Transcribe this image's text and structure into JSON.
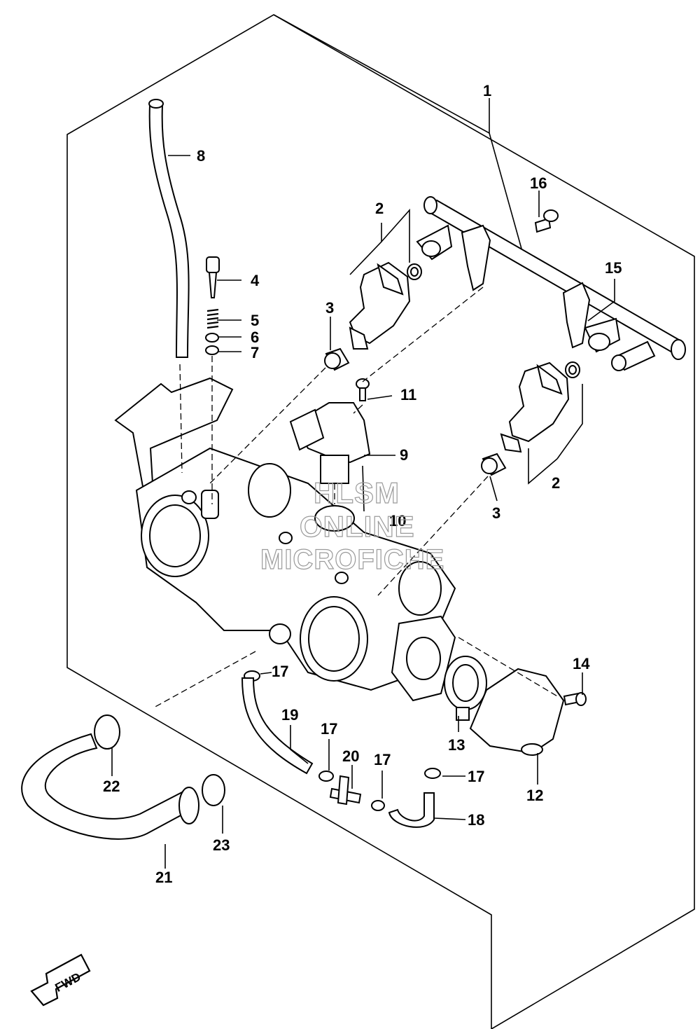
{
  "callouts": [
    {
      "id": "c1",
      "label": "1"
    },
    {
      "id": "c2a",
      "label": "2"
    },
    {
      "id": "c2b",
      "label": "2"
    },
    {
      "id": "c3a",
      "label": "3"
    },
    {
      "id": "c3b",
      "label": "3"
    },
    {
      "id": "c4",
      "label": "4"
    },
    {
      "id": "c5",
      "label": "5"
    },
    {
      "id": "c6",
      "label": "6"
    },
    {
      "id": "c7",
      "label": "7"
    },
    {
      "id": "c8",
      "label": "8"
    },
    {
      "id": "c9",
      "label": "9"
    },
    {
      "id": "c10",
      "label": "10"
    },
    {
      "id": "c11",
      "label": "11"
    },
    {
      "id": "c12",
      "label": "12"
    },
    {
      "id": "c13",
      "label": "13"
    },
    {
      "id": "c14",
      "label": "14"
    },
    {
      "id": "c15",
      "label": "15"
    },
    {
      "id": "c16",
      "label": "16"
    },
    {
      "id": "c17a",
      "label": "17"
    },
    {
      "id": "c17b",
      "label": "17"
    },
    {
      "id": "c17c",
      "label": "17"
    },
    {
      "id": "c17d",
      "label": "17"
    },
    {
      "id": "c18",
      "label": "18"
    },
    {
      "id": "c19",
      "label": "19"
    },
    {
      "id": "c20",
      "label": "20"
    },
    {
      "id": "c21",
      "label": "21"
    },
    {
      "id": "c22",
      "label": "22"
    },
    {
      "id": "c23",
      "label": "23"
    }
  ],
  "watermark": {
    "line1": "HLSM",
    "line2": "ONLINE",
    "line3": "MICROFICHE"
  },
  "direction_arrow": {
    "label": "FWD",
    "icon": "fwd-arrow-icon"
  }
}
